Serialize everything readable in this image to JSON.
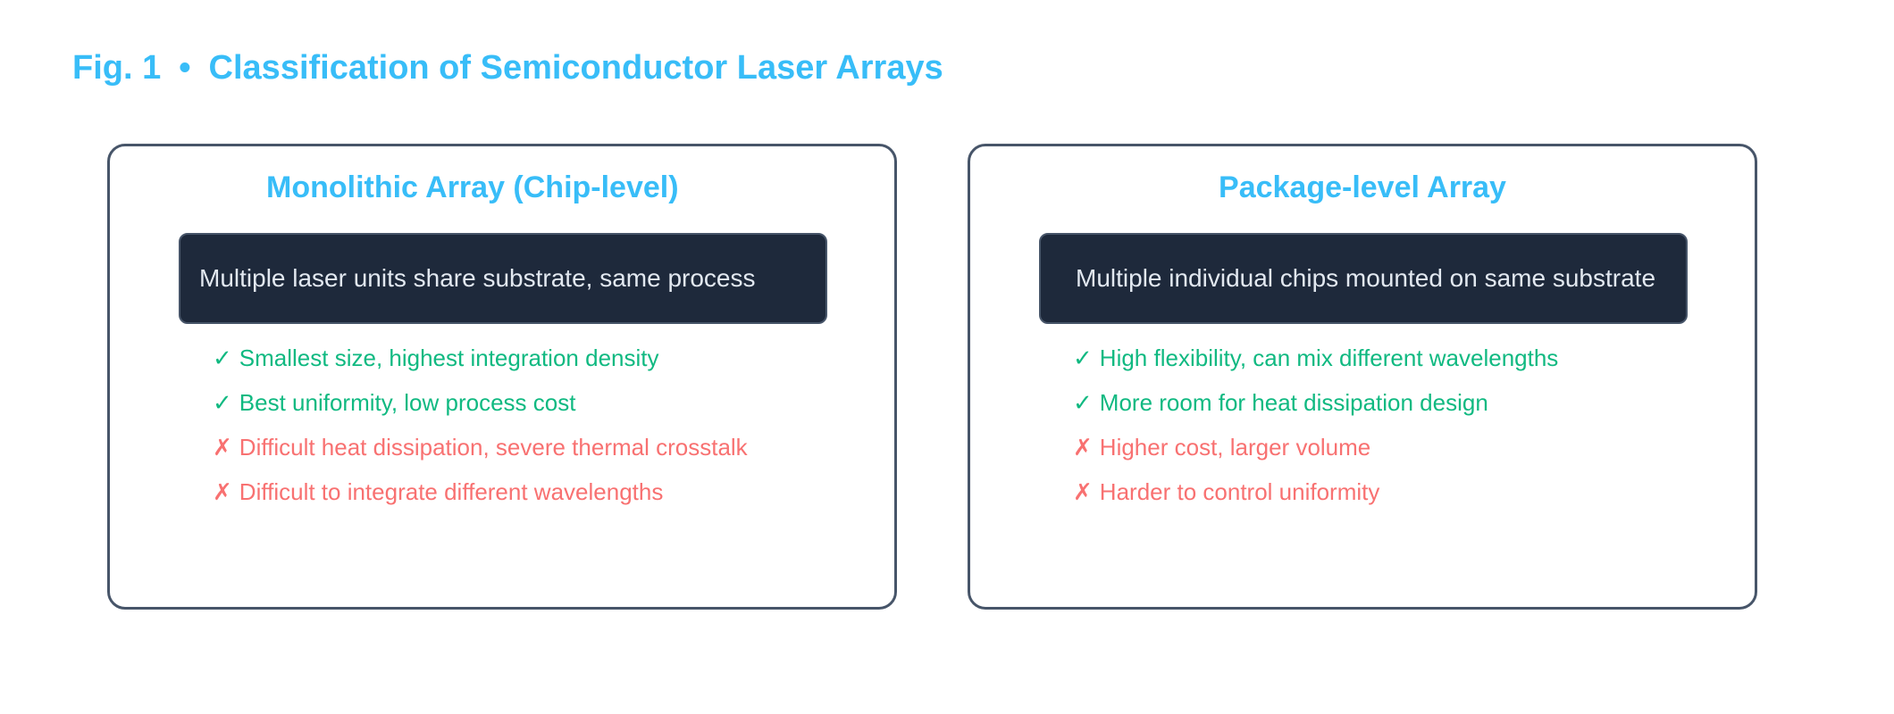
{
  "figure": {
    "label": "Fig. 1",
    "separator": "•",
    "title": "Classification of Semiconductor Laser Arrays"
  },
  "panels": [
    {
      "title": "Monolithic Array (Chip-level)",
      "description": "Multiple laser units share substrate, same process",
      "items": [
        {
          "mark": "✓",
          "text": "Smallest size, highest integration density"
        },
        {
          "mark": "✓",
          "text": "Best uniformity, low process cost"
        },
        {
          "mark": "✗",
          "text": "Difficult heat dissipation, severe thermal crosstalk"
        },
        {
          "mark": "✗",
          "text": "Difficult to integrate different wavelengths"
        }
      ]
    },
    {
      "title": "Package-level Array",
      "description": "Multiple individual chips mounted on same substrate",
      "items": [
        {
          "mark": "✓",
          "text": "High flexibility, can mix different wavelengths"
        },
        {
          "mark": "✓",
          "text": "More room for heat dissipation design"
        },
        {
          "mark": "✗",
          "text": "Higher cost, larger volume"
        },
        {
          "mark": "✗",
          "text": "Harder to control uniformity"
        }
      ]
    }
  ],
  "colors": {
    "accent": "#38bdf8",
    "pro": "#10b981",
    "con": "#f87171",
    "box_bg": "#1e293b",
    "border": "#475569"
  }
}
